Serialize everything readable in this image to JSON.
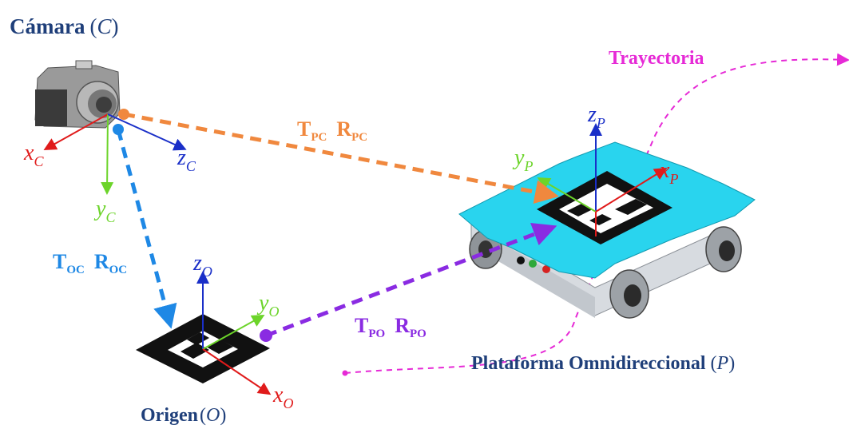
{
  "labels": {
    "camera": "Cámara",
    "camera_sym": "C",
    "origin": "Origen",
    "origin_sym": "O",
    "platform": "Plataforma Omnidireccional",
    "platform_sym": "P",
    "trajectory": "Trayectoria"
  },
  "axes": {
    "camera": {
      "x": "x",
      "x_sub": "C",
      "y": "y",
      "y_sub": "C",
      "z": "z",
      "z_sub": "C"
    },
    "origin": {
      "x": "x",
      "x_sub": "O",
      "y": "y",
      "y_sub": "O",
      "z": "z",
      "z_sub": "O"
    },
    "platform": {
      "x": "x",
      "x_sub": "P",
      "y": "y",
      "y_sub": "P",
      "z": "z",
      "z_sub": "P"
    }
  },
  "transforms": {
    "pc": {
      "t": "T",
      "t_sub": "PC",
      "r": "R",
      "r_sub": "PC",
      "color": "#f0883e"
    },
    "oc": {
      "t": "T",
      "t_sub": "OC",
      "r": "R",
      "r_sub": "OC",
      "color": "#1e88e5"
    },
    "po": {
      "t": "T",
      "t_sub": "PO",
      "r": "R",
      "r_sub": "PO",
      "color": "#8a2be2"
    }
  },
  "colors": {
    "title": "#1f3f7a",
    "x_axis": "#e01b1b",
    "y_axis": "#6cd42a",
    "z_axis": "#1a2fc8",
    "trajectory": "#e62ad6",
    "platform_top": "#29d4ee"
  }
}
